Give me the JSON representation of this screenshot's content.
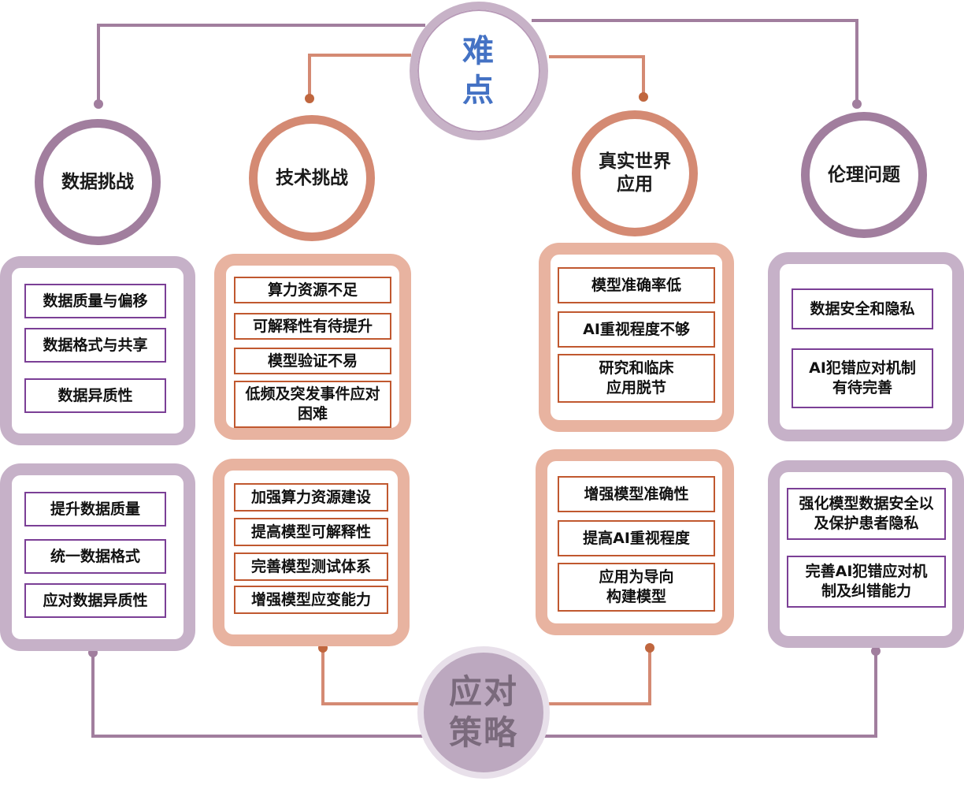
{
  "hubs": {
    "top": {
      "line1": "难",
      "line2": "点"
    },
    "bottom": {
      "line1": "应对",
      "line2": "策略"
    }
  },
  "columns": [
    {
      "category": "数据挑战",
      "difficulties": [
        "数据质量与偏移",
        "数据格式与共享",
        "数据异质性"
      ],
      "strategies": [
        "提升数据质量",
        "统一数据格式",
        "应对数据异质性"
      ]
    },
    {
      "category": "技术挑战",
      "difficulties": [
        "算力资源不足",
        "可解释性有待提升",
        "模型验证不易",
        "低频及突发事件应对困难"
      ],
      "strategies": [
        "加强算力资源建设",
        "提高模型可解释性",
        "完善模型测试体系",
        "增强模型应变能力"
      ]
    },
    {
      "category_line1": "真实世界",
      "category_line2": "应用",
      "difficulties": [
        "模型准确率低",
        "AI重视程度不够",
        "研究和临床应用脱节"
      ],
      "strategies": [
        "增强模型准确性",
        "提高AI重视程度",
        "应用为导向构建模型"
      ]
    },
    {
      "category": "伦理问题",
      "difficulties": [
        "数据安全和隐私",
        "AI犯错应对机制有待完善"
      ],
      "strategies": [
        "强化模型数据安全以及保护患者隐私",
        "完善AI犯错应对机制及纠错能力"
      ]
    }
  ],
  "colors": {
    "purple": "#a17e9e",
    "orange": "#d48a73",
    "hub_top_text": "#4472c4"
  }
}
